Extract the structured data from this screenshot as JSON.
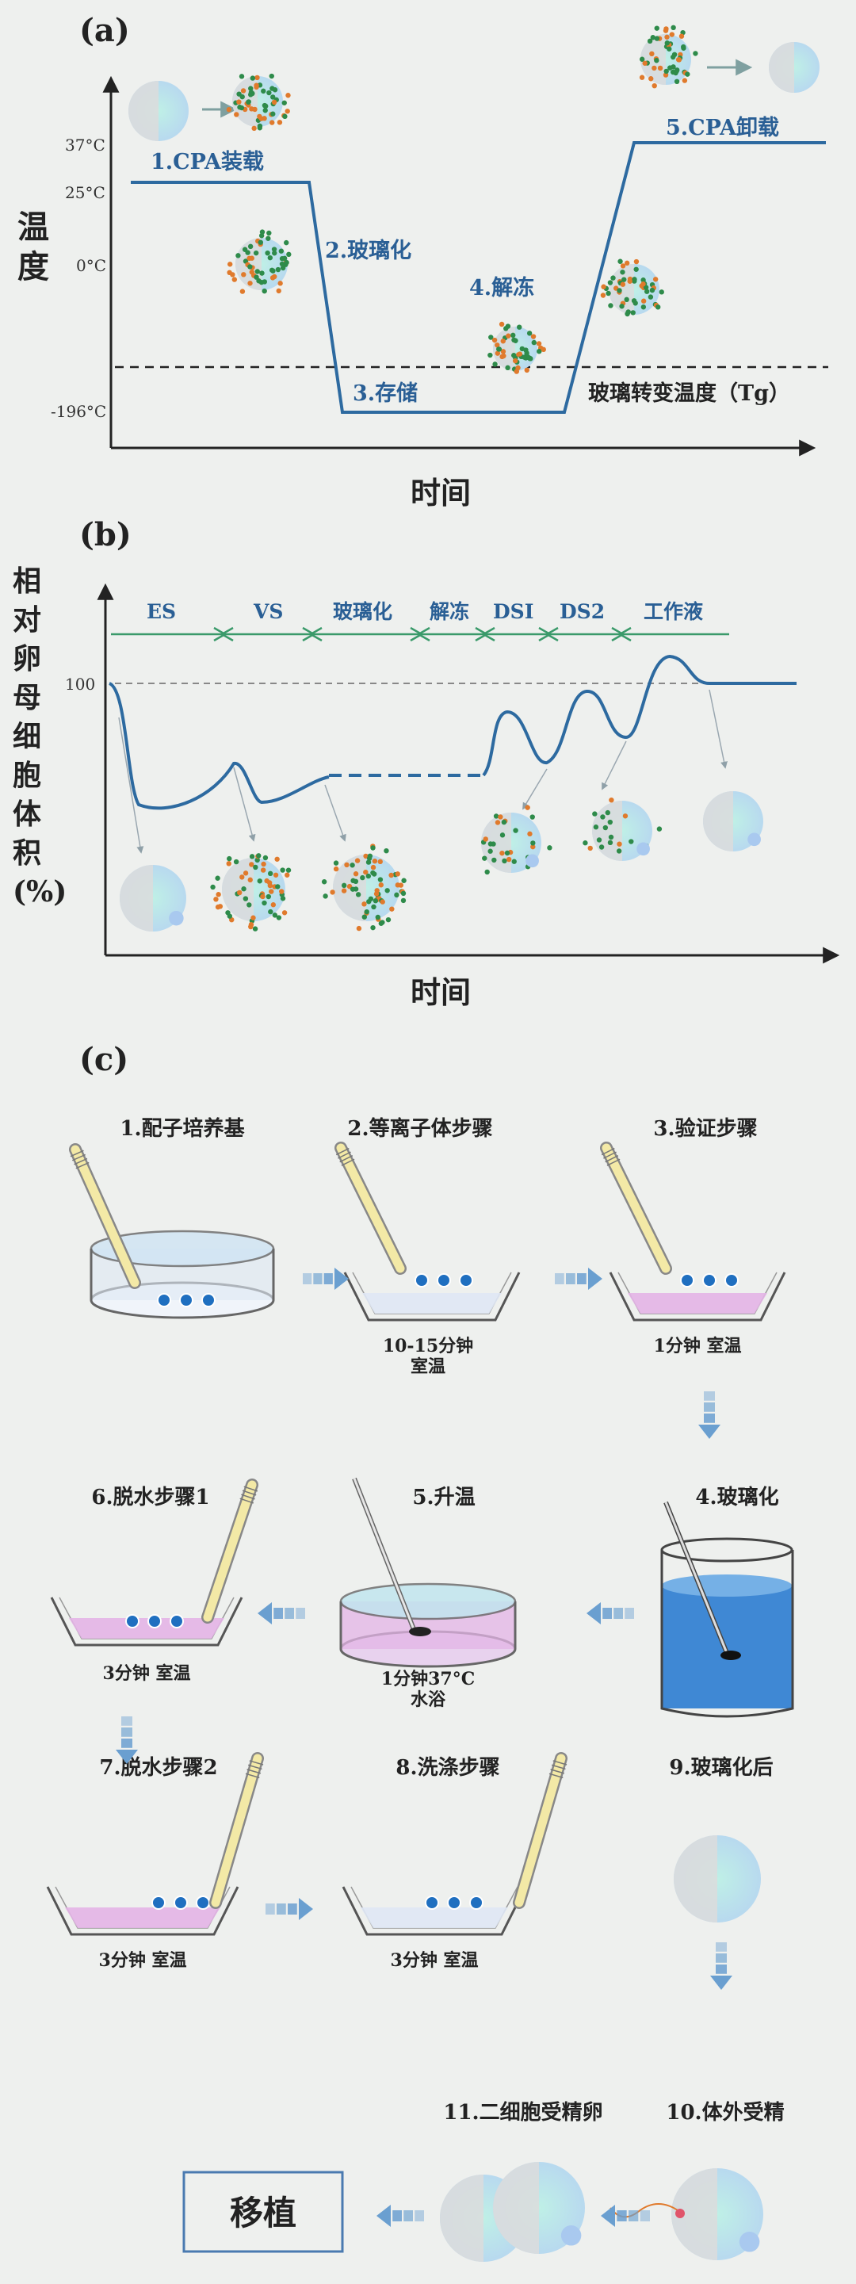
{
  "panel_a": {
    "label": "(a)",
    "y_axis_label": "温度",
    "x_axis_label": "时间",
    "ticks": [
      "37°C",
      "25°C",
      "0°C",
      "-196°C"
    ],
    "steps": [
      "1.CPA装载",
      "2.玻璃化",
      "3.存储",
      "4.解冻",
      "5.CPA卸载"
    ],
    "tg_label": "玻璃转变温度（Tg）"
  },
  "panel_b": {
    "label": "(b)",
    "y_axis_label": [
      "相",
      "对",
      "卵",
      "母",
      "细",
      "胞",
      "体",
      "积",
      "(%)"
    ],
    "x_axis_label": "时间",
    "tick_100": "100",
    "phases": [
      "ES",
      "VS",
      "玻璃化",
      "解冻",
      "DSI",
      "DS2",
      "工作液"
    ]
  },
  "panel_c": {
    "label": "(c)",
    "steps": [
      {
        "title": "1.配子培养基",
        "note": ""
      },
      {
        "title": "2.等离子体步骤",
        "note": "10-15分钟\n室温"
      },
      {
        "title": "3.验证步骤",
        "note": "1分钟 室温"
      },
      {
        "title": "4.玻璃化",
        "note": ""
      },
      {
        "title": "5.升温",
        "note": "1分钟37°C\n水浴"
      },
      {
        "title": "6.脱水步骤1",
        "note": "3分钟 室温"
      },
      {
        "title": "7.脱水步骤2",
        "note": "3分钟 室温"
      },
      {
        "title": "8.洗涤步骤",
        "note": "3分钟 室温"
      },
      {
        "title": "9.玻璃化后",
        "note": ""
      },
      {
        "title": "10.体外受精",
        "note": ""
      },
      {
        "title": "11.二细胞受精卵",
        "note": ""
      }
    ],
    "transplant": "移植"
  },
  "colors": {
    "line": "#2d6aa0",
    "text_blue": "#2a5f95",
    "arrow": "#6a9fd0",
    "dot_green": "#2e8b4a",
    "dot_orange": "#e07a2c",
    "cell": "#bfe8e0",
    "pink": "#e6b3e6"
  }
}
